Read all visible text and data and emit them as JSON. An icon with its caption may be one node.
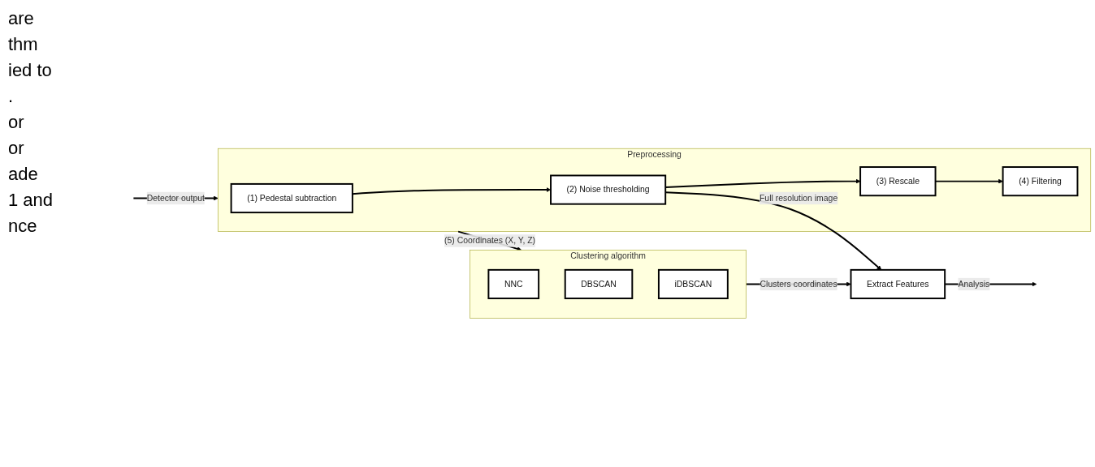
{
  "diagram": {
    "nodes": [
      {
        "text": [
          "Preprocessing"
        ]
      },
      {
        "text": [
          "(1) Pedestal subtraction"
        ],
        "in": 0
      },
      {
        "text": [
          "(2) Noise thresholding"
        ],
        "in": 0
      },
      {
        "text": [
          "(3) Rescale"
        ],
        "in": 0
      },
      {
        "text": [
          "(4) Filtering"
        ],
        "in": 0
      },
      {
        "text": [
          "Clustering algorithm"
        ]
      },
      {
        "text": [
          "NNC"
        ],
        "in": 5
      },
      {
        "text": [
          "DBSCAN"
        ],
        "in": 5
      },
      {
        "text": [
          "iDBSCAN"
        ],
        "in": 5
      },
      {
        "text": [
          "Extract Features"
        ]
      }
    ],
    "edges": [
      {
        "from": null,
        "to": 0,
        "arrow": "to",
        "label": "Detector output"
      },
      {
        "from": 1,
        "to": 2,
        "arrow": "to"
      },
      {
        "from": 2,
        "to": 3,
        "arrow": "to"
      },
      {
        "from": 3,
        "to": 4,
        "arrow": "to"
      },
      {
        "from": 0,
        "to": 5,
        "arrow": "to",
        "label": "(5) Coordinates (X, Y, Z)"
      },
      {
        "from": 2,
        "to": 9,
        "arrow": "to",
        "label": "Full resolution image"
      },
      {
        "from": 5,
        "to": 9,
        "arrow": "to",
        "label": "Clusters coordinates"
      },
      {
        "from": 9,
        "to": null,
        "arrow": "to",
        "label": "Analysis"
      }
    ],
    "labels": [
      "are",
      "thm",
      "ied to",
      ".",
      "or",
      "or",
      "ade",
      "1 and",
      "nce"
    ]
  }
}
